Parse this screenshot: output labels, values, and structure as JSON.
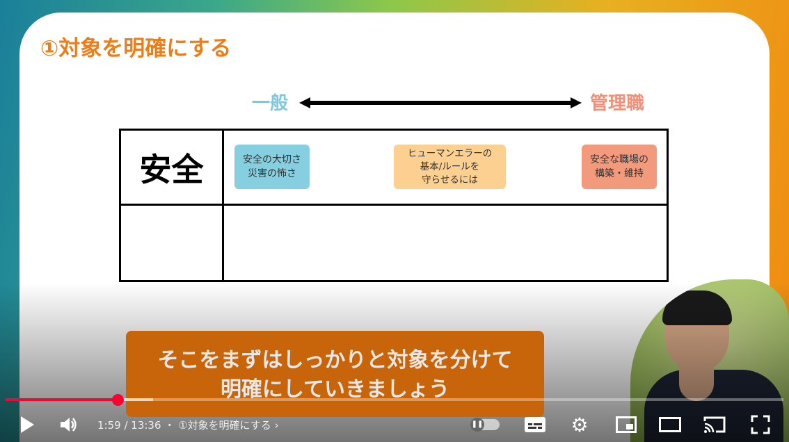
{
  "slide": {
    "title": "①対象を明確にする",
    "left_label": "一般",
    "right_label": "管理職",
    "row_header": "安全",
    "boxes": [
      {
        "text": "安全の大切さ\n災害の怖さ",
        "color": "#86cfe0"
      },
      {
        "text": "ヒューマンエラーの\n基本/ルールを\n守らせるには",
        "color": "#fcd090"
      },
      {
        "text": "安全な職場の\n構築・維持",
        "color": "#f49a7c"
      }
    ],
    "subtitle_line1": "そこをまずはしっかりと対象を分けて",
    "subtitle_line2": "明確にしていきましょう"
  },
  "player": {
    "current_time": "1:59",
    "duration": "13:36",
    "time_display": "1:59 / 13:36",
    "separator": "・",
    "chapter": "①対象を明確にする",
    "chapter_arrow": "›",
    "progress_percent": 14.6,
    "accent": "#ff0033"
  }
}
